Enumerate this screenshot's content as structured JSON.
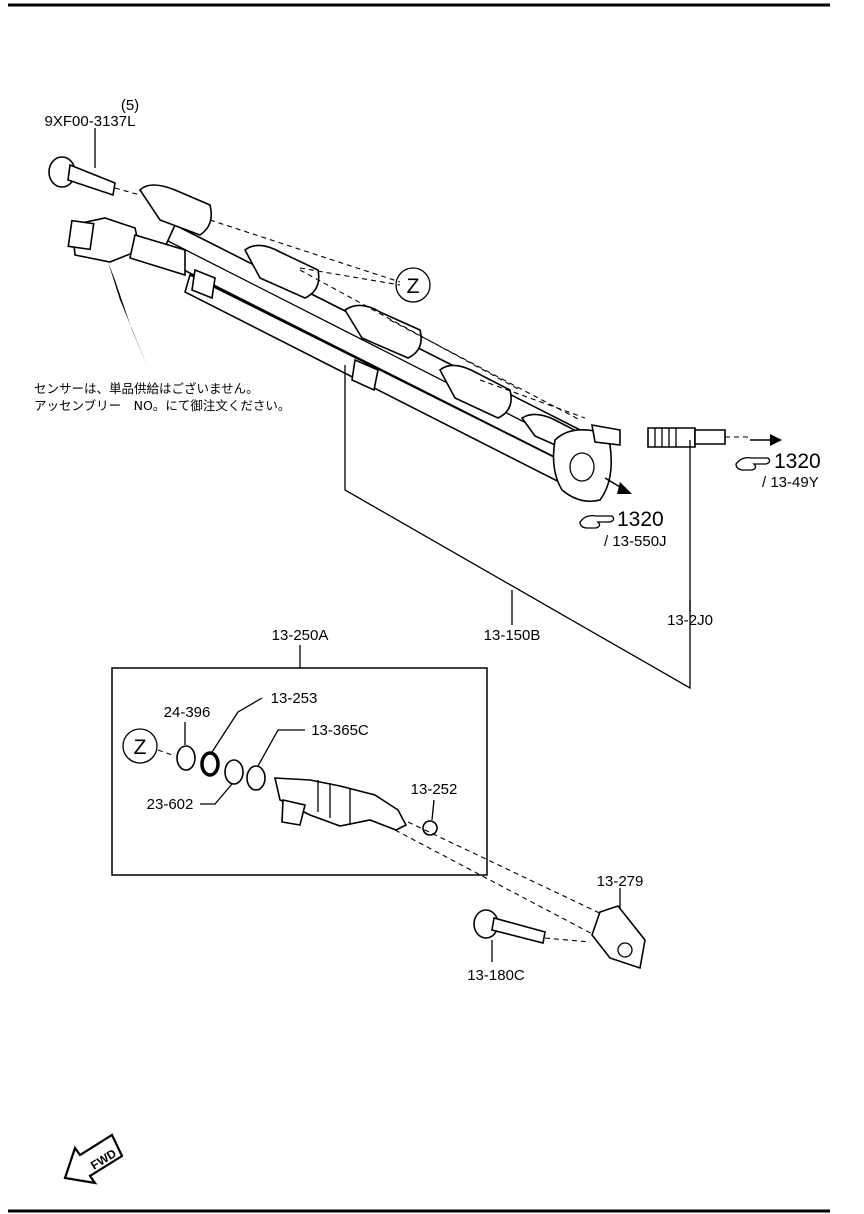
{
  "colors": {
    "ink": "#000000",
    "paper": "#ffffff"
  },
  "labels": {
    "bolt_qty": "(5)",
    "bolt_part": "9XF00-3137L",
    "note_line1": "センサーは、単品供給はございません。",
    "note_line2": "アッセンブリー　NO。にて御注文ください。",
    "ref_upper_num": "1320",
    "ref_upper_sub": "/ 13-49Y",
    "ref_lower_num": "1320",
    "ref_lower_sub": "/ 13-550J",
    "callout_z_top": "Z",
    "callout_z_box": "Z",
    "rail": "13-150B",
    "connector": "13-2J0",
    "injector_assy": "13-250A",
    "oring_253": "13-253",
    "oring_24396": "24-396",
    "oring_365c": "13-365C",
    "oring_23602": "23-602",
    "seal_252": "13-252",
    "clip_279": "13-279",
    "bolt_180c": "13-180C",
    "fwd": "FWD"
  },
  "icons": {
    "pointer": "hand-pointer-icon",
    "fwd_arrow": "fwd-arrow-icon"
  }
}
